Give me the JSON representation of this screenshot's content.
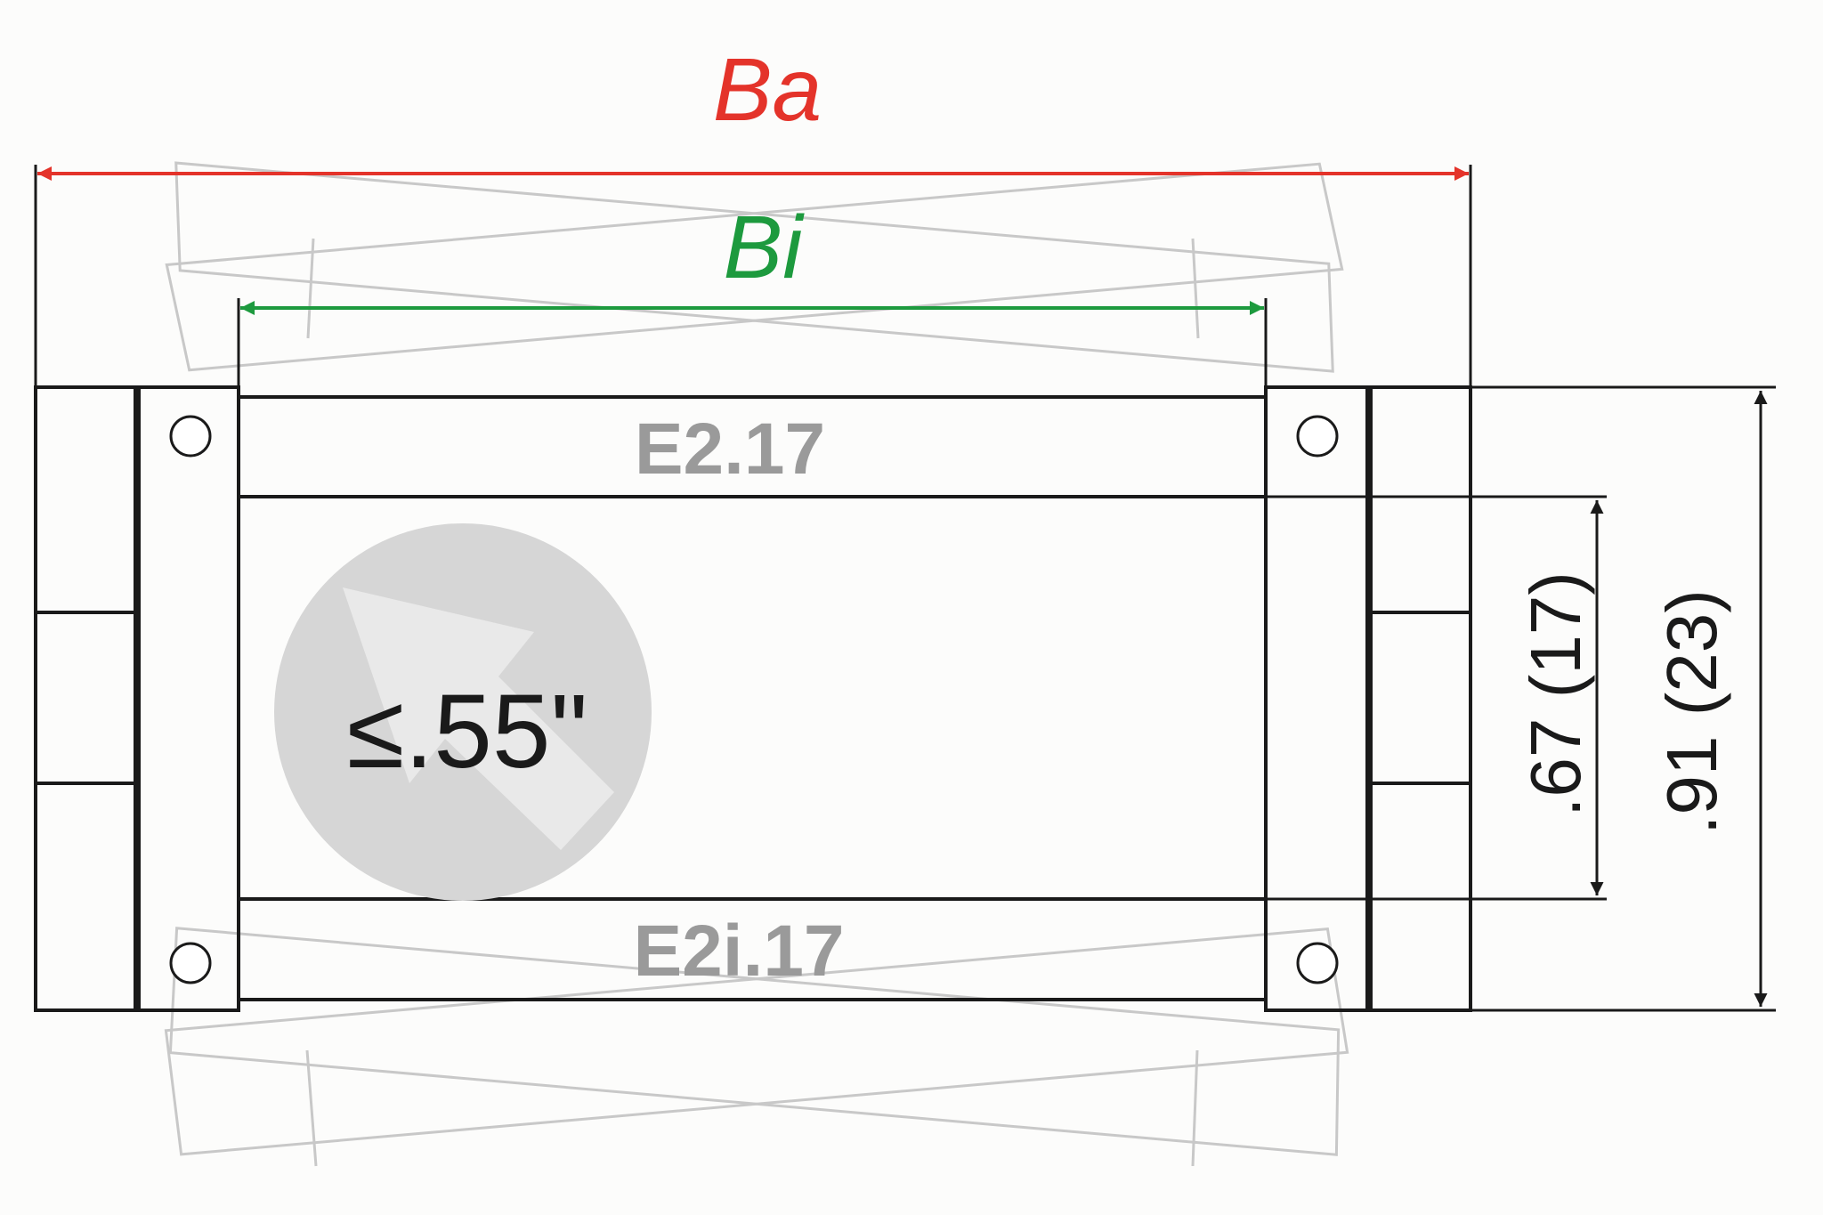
{
  "labels": {
    "outer_width": "Ba",
    "inner_width": "Bi",
    "top_part": "E2.17",
    "bottom_part": "E2i.17",
    "inner_height": ".67 (17)",
    "outer_height": ".91 (23)",
    "bend": "≤.55\""
  },
  "colors": {
    "outer_width": "#e4332a",
    "inner_width": "#1d9a3e",
    "outline": "#1a1a1a",
    "ghost": "#c8c8c8",
    "part_label": "#9a9a9a",
    "bend_circle": "#d6d6d6"
  }
}
